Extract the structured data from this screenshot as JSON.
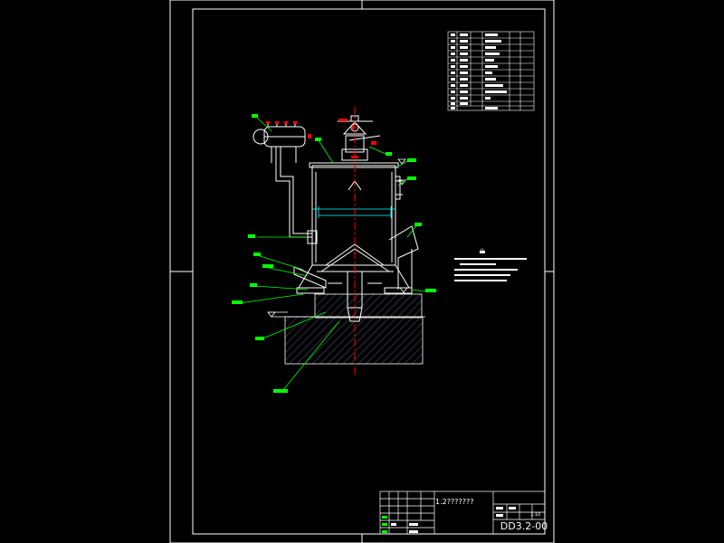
{
  "drawing": {
    "title": "1.2???????",
    "number": "DD3.2-00",
    "scale": "1:10",
    "notes_heading": "注",
    "colors": {
      "background": "#000000",
      "frame": "#ffffff",
      "equipment": "#ffffff",
      "leaders": "#00ff00",
      "centerline": "#ff0000",
      "dimension": "#00ffff",
      "concrete": "#4a5a7a"
    }
  }
}
